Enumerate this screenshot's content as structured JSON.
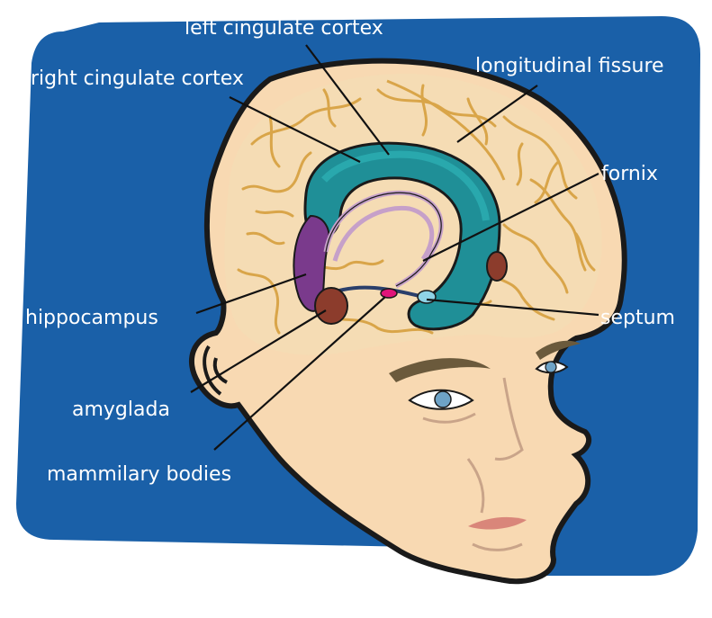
{
  "labels": {
    "left_cingulate_cortex": "left cingulate cortex",
    "right_cingulate_cortex": "right cingulate cortex",
    "longitudinal_fissure": "longitudinal fissure",
    "fornix": "fornix",
    "hippocampus": "hippocampus",
    "septum": "septum",
    "amyglada": "amyglada",
    "mammilary_bodies": "mammilary bodies"
  },
  "colors": {
    "background_panel": "#1a60a8",
    "skin": "#f8d9b2",
    "brain": "#f5dcb4",
    "brain_folds": "#d9a549",
    "cingulate": "#1f8f97",
    "cingulate_highlight": "#29a8ad",
    "hippocampus": "#7a3a8c",
    "fornix": "#c6a0c9",
    "amygdala": "#8c3c2c",
    "mammillary": "#e0157a",
    "septum": "#8fd3e6",
    "eyebrow": "#6b5a3c",
    "iris": "#6ea3c7",
    "lips": "#d9867a",
    "outline": "#1a1a1a"
  }
}
